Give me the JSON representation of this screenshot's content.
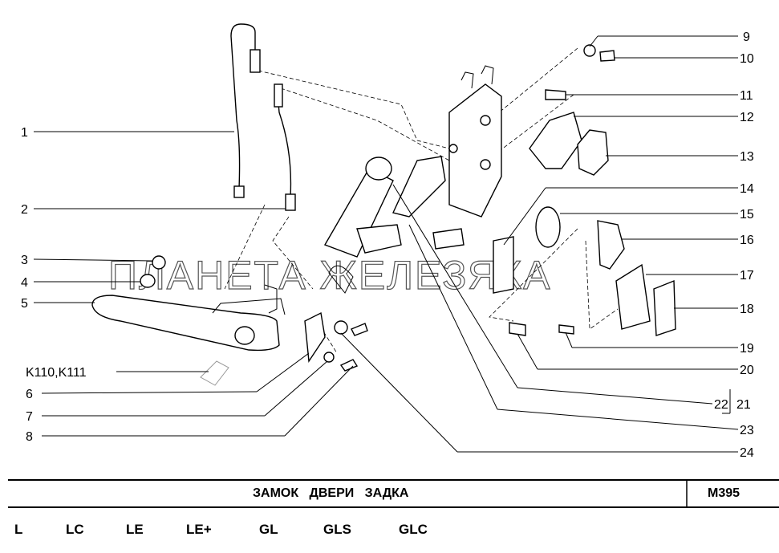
{
  "diagram": {
    "watermark": "ПЛАНЕТА ЖЕЛЕЗЯКА",
    "callouts_left": [
      "1",
      "2",
      "3",
      "4",
      "5",
      "K110,K111",
      "6",
      "7",
      "8"
    ],
    "callouts_right": [
      "9",
      "10",
      "11",
      "12",
      "13",
      "14",
      "15",
      "16",
      "17",
      "18",
      "19",
      "20",
      "22",
      "21",
      "23",
      "24"
    ]
  },
  "footer": {
    "title": "ЗАМОК   ДВЕРИ   ЗАДКА",
    "code": "M395",
    "trims": [
      "L",
      "LC",
      "LE",
      "LE+",
      "GL",
      "GLS",
      "GLC"
    ]
  }
}
